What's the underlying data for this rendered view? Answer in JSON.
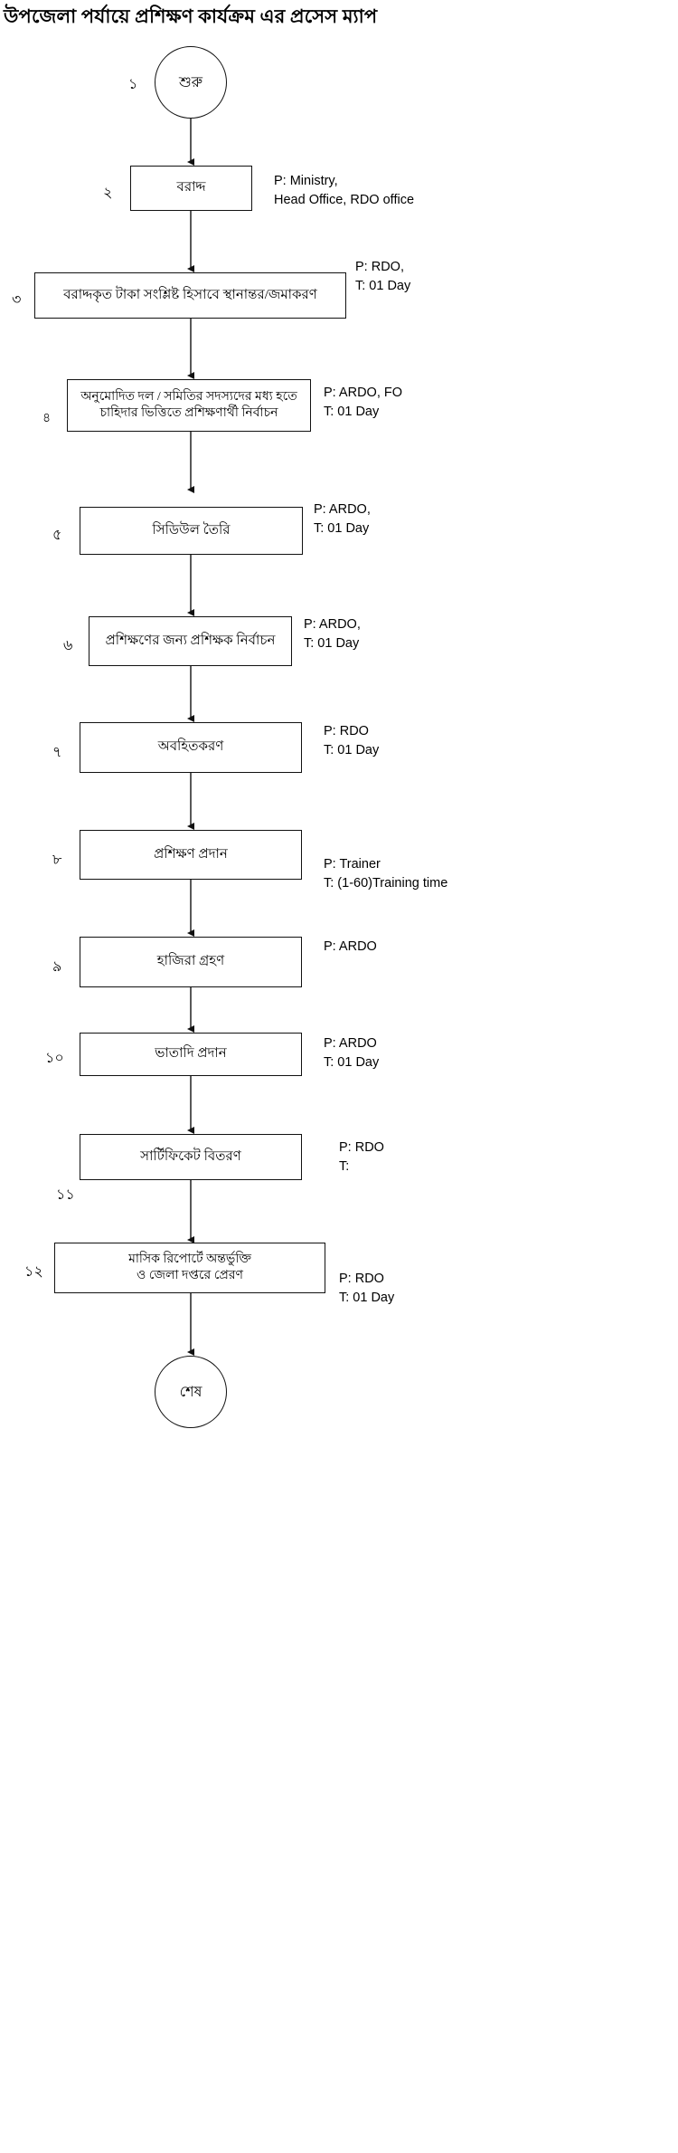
{
  "title": "উপজেলা পর্যায়ে প্রশিক্ষণ কার্যক্রম এর প্রসেস ম্যাপ",
  "nodes": {
    "start": {
      "label": "শুরু",
      "seq": "১"
    },
    "end": {
      "label": "শেষ"
    },
    "steps": [
      {
        "seq": "২",
        "label": "বরাদ্দ",
        "side": "P:  Ministry,\n     Head Office, RDO office"
      },
      {
        "seq": "৩",
        "label": "বরাদ্দকৃত টাকা সংশ্লিষ্ট হিসাবে স্থানান্তর/জমাকরণ",
        "side": "P:  RDO,\nT:  01 Day"
      },
      {
        "seq": "৪",
        "label": "অনুমোদিত দল / সমিতির সদস্যদের মধ্য হতে\nচাহিদার ভিত্তিতে প্রশিক্ষণার্থী নির্বাচন",
        "side": "P:  ARDO, FO\nT:  01 Day"
      },
      {
        "seq": "৫",
        "label": "সিডিউল তৈরি",
        "side": "P:  ARDO,\nT:  01 Day"
      },
      {
        "seq": "৬",
        "label": "প্রশিক্ষণের জন্য প্রশিক্ষক নির্বাচন",
        "side": "P:  ARDO,\nT:  01 Day"
      },
      {
        "seq": "৭",
        "label": "অবহিতকরণ",
        "side": "P: RDO\nT:  01 Day"
      },
      {
        "seq": "৮",
        "label": "প্রশিক্ষণ প্রদান",
        "side": "P: Trainer\nT:  (1-60)Training time"
      },
      {
        "seq": "৯",
        "label": "হাজিরা গ্রহণ",
        "side": "P: ARDO"
      },
      {
        "seq": "১০",
        "label": "ভাতাদি প্রদান",
        "side": "P: ARDO\nT:  01 Day"
      },
      {
        "seq": "১১",
        "label": "সার্টিফিকেট বিতরণ",
        "side": "P: RDO\nT:"
      },
      {
        "seq": "১২",
        "label": "মাসিক রিপোর্টে অন্তর্ভুক্তি\nও জেলা দপ্তরে প্রেরণ",
        "side": "P: RDO\nT:  01 Day"
      }
    ]
  },
  "chart_data": {
    "type": "diagram",
    "diagram_kind": "process-flowchart",
    "orientation": "top-to-bottom",
    "title": "উপজেলা পর্যায়ে প্রশিক্ষণ কার্যক্রম এর প্রসেস ম্যাপ",
    "nodes": [
      {
        "id": 1,
        "shape": "circle",
        "seq": "১",
        "text": "শুরু",
        "annotation": ""
      },
      {
        "id": 2,
        "shape": "rectangle",
        "seq": "২",
        "text": "বরাদ্দ",
        "annotation": "P:  Ministry, Head Office, RDO office"
      },
      {
        "id": 3,
        "shape": "rectangle",
        "seq": "৩",
        "text": "বরাদ্দকৃত টাকা সংশ্লিষ্ট হিসাবে স্থানান্তর/জমাকরণ",
        "annotation": "P:  RDO, T:  01 Day"
      },
      {
        "id": 4,
        "shape": "rectangle",
        "seq": "৪",
        "text": "অনুমোদিত দল / সমিতির সদস্যদের মধ্য হতে চাহিদার ভিত্তিতে প্রশিক্ষণার্থী নির্বাচন",
        "annotation": "P:  ARDO, FO  T:  01 Day"
      },
      {
        "id": 5,
        "shape": "rectangle",
        "seq": "৫",
        "text": "সিডিউল তৈরি",
        "annotation": "P:  ARDO,  T:  01 Day"
      },
      {
        "id": 6,
        "shape": "rectangle",
        "seq": "৬",
        "text": "প্রশিক্ষণের জন্য প্রশিক্ষক নির্বাচন",
        "annotation": "P:  ARDO,  T:  01 Day"
      },
      {
        "id": 7,
        "shape": "rectangle",
        "seq": "৭",
        "text": "অবহিতকরণ",
        "annotation": "P: RDO  T:  01 Day"
      },
      {
        "id": 8,
        "shape": "rectangle",
        "seq": "৮",
        "text": "প্রশিক্ষণ প্রদান",
        "annotation": "P: Trainer  T:  (1-60)Training time"
      },
      {
        "id": 9,
        "shape": "rectangle",
        "seq": "৯",
        "text": "হাজিরা গ্রহণ",
        "annotation": "P: ARDO"
      },
      {
        "id": 10,
        "shape": "rectangle",
        "seq": "১০",
        "text": "ভাতাদি প্রদান",
        "annotation": "P: ARDO  T:  01 Day"
      },
      {
        "id": 11,
        "shape": "rectangle",
        "seq": "১১",
        "text": "সার্টিফিকেট বিতরণ",
        "annotation": "P: RDO  T:"
      },
      {
        "id": 12,
        "shape": "rectangle",
        "seq": "১২",
        "text": "মাসিক রিপোর্টে অন্তর্ভুক্তি ও জেলা দপ্তরে প্রেরণ",
        "annotation": "P: RDO  T:  01 Day"
      },
      {
        "id": 13,
        "shape": "circle",
        "seq": "",
        "text": "শেষ",
        "annotation": ""
      }
    ],
    "edges": [
      {
        "from": 1,
        "to": 2
      },
      {
        "from": 2,
        "to": 3
      },
      {
        "from": 3,
        "to": 4
      },
      {
        "from": 4,
        "to": 5
      },
      {
        "from": 5,
        "to": 6
      },
      {
        "from": 6,
        "to": 7
      },
      {
        "from": 7,
        "to": 8
      },
      {
        "from": 8,
        "to": 9
      },
      {
        "from": 9,
        "to": 10
      },
      {
        "from": 10,
        "to": 11
      },
      {
        "from": 11,
        "to": 12
      },
      {
        "from": 12,
        "to": 13
      }
    ],
    "colors": {
      "stroke": "#111111",
      "fill": "#ffffff",
      "text": "#000000"
    }
  }
}
